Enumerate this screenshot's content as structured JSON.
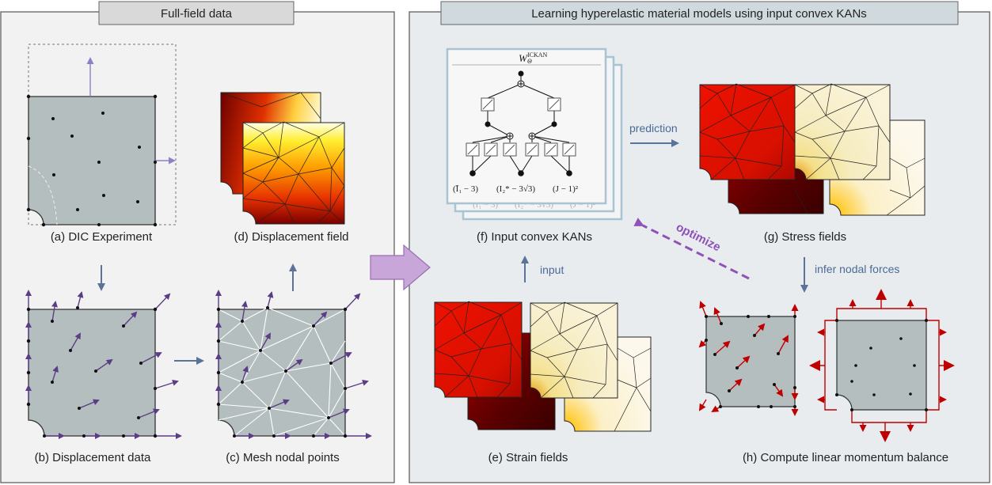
{
  "colors": {
    "panel_left": "#f2f2f2",
    "panel_right": "#e8ecee",
    "gray_tab": "#d9d9d9",
    "blue_tab": "#cfd9de",
    "specimen": "#b4bebe",
    "arrow_purple": "#5b3d86",
    "arrow_red": "#c00000",
    "arrow_blue": "#5a7397",
    "big_arrow": "#c9a6d9",
    "kan_box": "#a9c3d2",
    "optimize": "#8e52b8"
  },
  "left_panel": {
    "title": "Full-field data"
  },
  "right_panel": {
    "title": "Learning hyperelastic material models using input convex KANs"
  },
  "captions": {
    "a": "(a) DIC Experiment",
    "b": "(b) Displacement data",
    "c": "(c) Mesh nodal points",
    "d": "(d) Displacement field",
    "e": "(e) Strain fields",
    "f": "(f) Input convex KANs",
    "g": "(g) Stress fields",
    "h": "(h) Compute linear momentum balance"
  },
  "flow_labels": {
    "prediction": "prediction",
    "input": "input",
    "infer": "infer nodal forces",
    "optimize": "optimize"
  },
  "kan": {
    "title_main": "W",
    "title_sub": "Θ",
    "title_sup": "ICKAN",
    "inputs": [
      "(Ī₁ − 3)",
      "(I₂* − 3√3)",
      "(J − 1)²"
    ]
  },
  "icons": [
    "big-right-arrow",
    "spline-activation-icon",
    "sum-node-icon"
  ]
}
